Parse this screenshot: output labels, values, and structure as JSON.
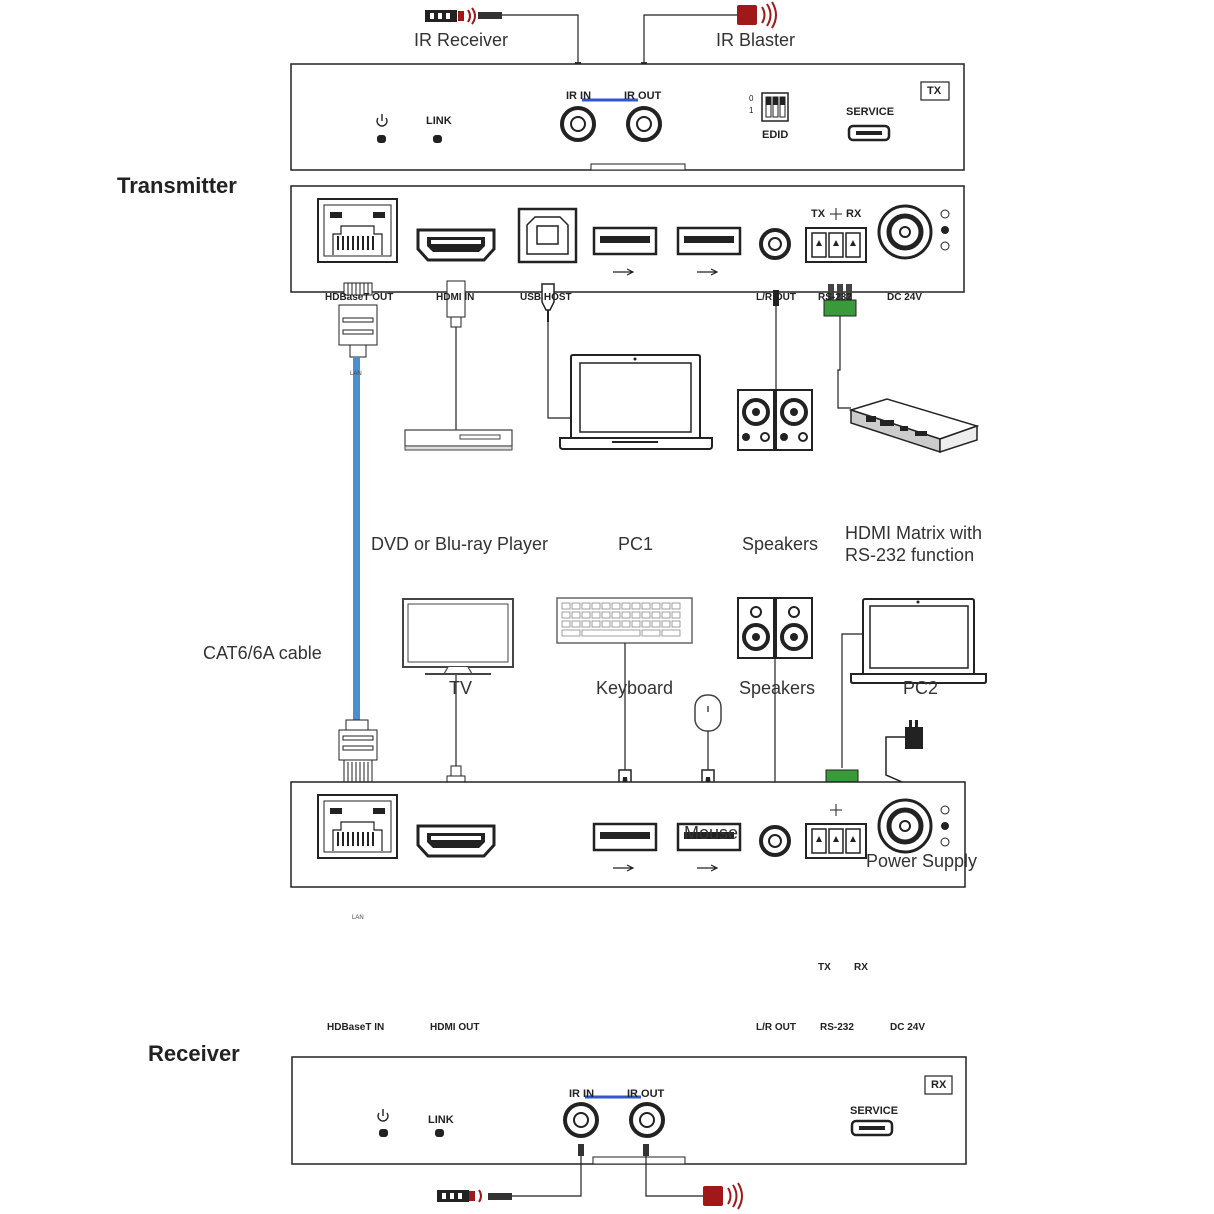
{
  "labels": {
    "ir_receiver": "IR Receiver",
    "ir_blaster": "IR Blaster",
    "transmitter": "Transmitter",
    "receiver": "Receiver",
    "tx_front": {
      "ir_in": "IR IN",
      "ir_out": "IR OUT",
      "edid": "EDID",
      "edid_0": "0",
      "edid_1": "1",
      "service": "SERVICE",
      "link": "LINK",
      "badge": "TX"
    },
    "tx_rear": {
      "hdbaset_out": "HDBaseT OUT",
      "hdmi_in": "HDMI IN",
      "usb_host": "USB HOST",
      "lr_out": "L/R OUT",
      "rs232": "RS-232",
      "dc24v": "DC 24V",
      "tx": "TX",
      "rx": "RX"
    },
    "lan_tag": "LAN",
    "devices": {
      "dvd": "DVD or Blu-ray Player",
      "pc1": "PC1",
      "speakers_top": "Speakers",
      "matrix_line1": "HDMI Matrix with",
      "matrix_line2": "RS-232 function",
      "cable": "CAT6/6A cable",
      "tv": "TV",
      "keyboard": "Keyboard",
      "speakers_bottom": "Speakers",
      "pc2": "PC2",
      "mouse": "Mouse",
      "power_supply": "Power Supply"
    },
    "rx_rear": {
      "tx": "TX",
      "rx": "RX",
      "hdbaset_in": "HDBaseT IN",
      "hdmi_out": "HDMI OUT",
      "lr_out": "L/R OUT",
      "rs232": "RS-232",
      "dc24v": "DC 24V"
    },
    "rx_front": {
      "ir_in": "IR IN",
      "ir_out": "IR OUT",
      "service": "SERVICE",
      "link": "LINK",
      "badge": "RX"
    }
  },
  "colors": {
    "line": "#222222",
    "cable": "#4a8fd0",
    "ir_bridge": "#2f55d4",
    "terminal": "#3a9a3a",
    "blaster": "#a01818"
  }
}
